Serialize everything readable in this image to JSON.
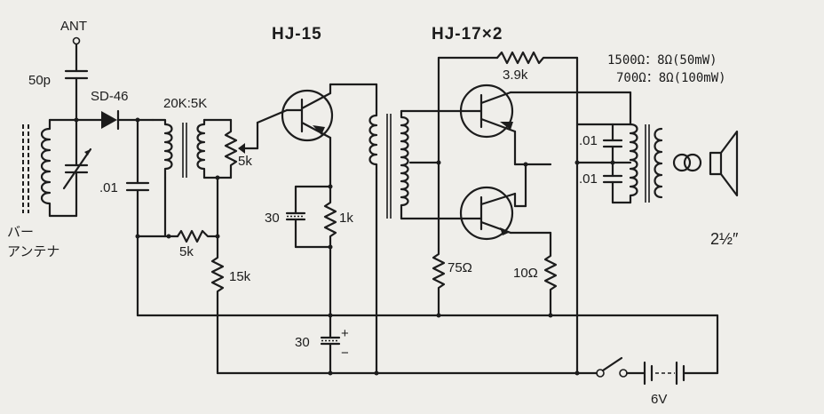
{
  "labels": {
    "ant": "ANT",
    "c50p": "50p",
    "diode": "SD-46",
    "c01_left": ".01",
    "tr1": "20K:5K",
    "vr5k": "5k",
    "r5k": "5k",
    "r15k": "15k",
    "bar_antenna_1": "バー",
    "bar_antenna_2": "アンテナ",
    "hj15": "HJ-15",
    "c30_emitter": "30",
    "r1k": "1k",
    "c30_supply": "30",
    "plus": "+",
    "minus": "−",
    "hj17": "HJ-17×2",
    "r39k": "3.9k",
    "r75": "75Ω",
    "r10": "10Ω",
    "spec1": "1500Ω：8Ω(50mW)",
    "spec2": "700Ω：8Ω(100mW)",
    "c01_out1": ".01",
    "c01_out2": ".01",
    "speaker_size": "2½″",
    "battery": "6V"
  }
}
